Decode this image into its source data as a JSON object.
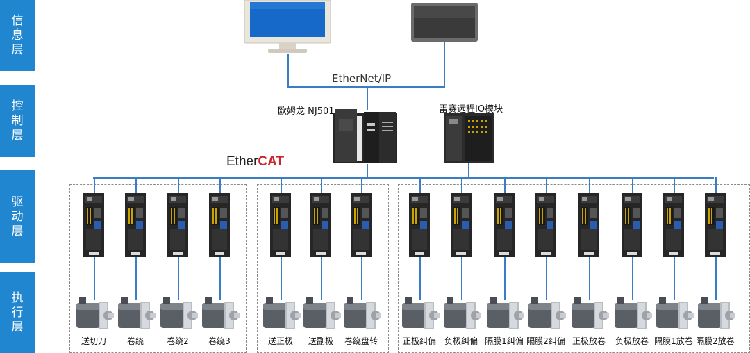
{
  "layers": [
    {
      "id": "info",
      "label": "信息层"
    },
    {
      "id": "control",
      "label": "控制层"
    },
    {
      "id": "drive",
      "label": "驱动层"
    },
    {
      "id": "exec",
      "label": "执行层"
    }
  ],
  "network": {
    "ethernet_label": "EtherNet/IP",
    "ethercat_prefix": "Ether",
    "ethercat_suffix": "CAT"
  },
  "controllers": {
    "plc_label": "欧姆龙 NJ501",
    "io_label": "雷赛远程IO模块"
  },
  "axes": [
    {
      "label": "送切刀"
    },
    {
      "label": "卷绕"
    },
    {
      "label": "卷绕2"
    },
    {
      "label": "卷绕3"
    },
    {
      "label": "送正极"
    },
    {
      "label": "送副极"
    },
    {
      "label": "卷绕盘转"
    },
    {
      "label": "正极纠偏"
    },
    {
      "label": "负极纠偏"
    },
    {
      "label": "隔膜1纠偏"
    },
    {
      "label": "隔膜2纠偏"
    },
    {
      "label": "正极放卷"
    },
    {
      "label": "负极放卷"
    },
    {
      "label": "隔膜1放卷"
    },
    {
      "label": "隔膜2放卷"
    }
  ],
  "colors": {
    "tab": "#1f86cf",
    "wire": "#3b7dc4"
  }
}
